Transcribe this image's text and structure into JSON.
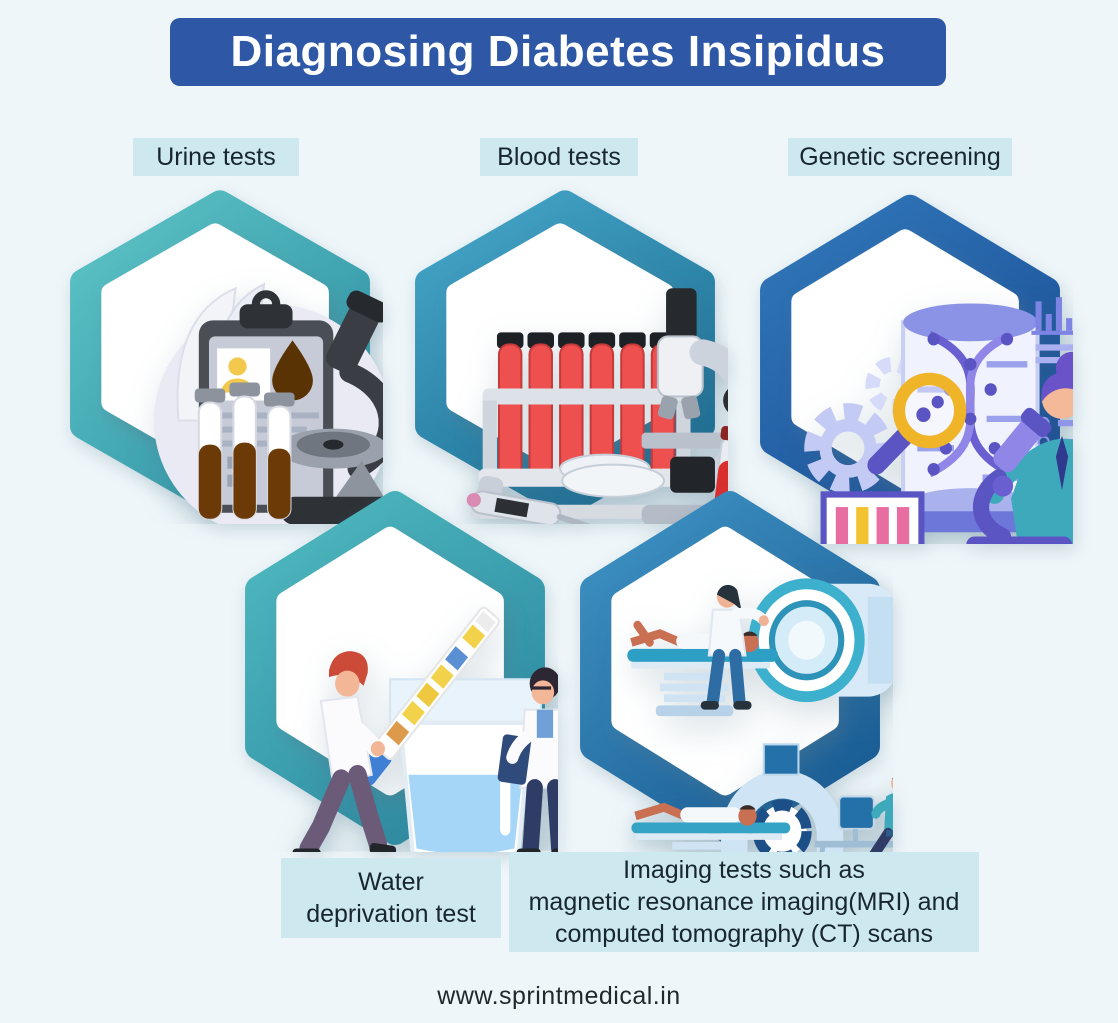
{
  "page": {
    "background": "#eef6f9",
    "footer_url": "www.sprintmedical.in"
  },
  "title": {
    "text": "Diagnosing Diabetes Insipidus",
    "bg_color": "#2e58a6",
    "text_color": "#ffffff"
  },
  "label_style": {
    "bg_color": "#cde8ef",
    "text_color": "#18262e"
  },
  "items": [
    {
      "id": "urine-tests",
      "label_lines": [
        "Urine tests"
      ],
      "illustration": "urine-sample-microscope",
      "gradient": [
        "#5dc4c6",
        "#2e8fa3"
      ]
    },
    {
      "id": "blood-tests",
      "label_lines": [
        "Blood tests"
      ],
      "illustration": "blood-test-tubes-microscope",
      "gradient": [
        "#46a7c9",
        "#1e7096"
      ]
    },
    {
      "id": "genetic-screening",
      "label_lines": [
        "Genetic screening"
      ],
      "illustration": "dna-genetic-analysis",
      "gradient": [
        "#3178ba",
        "#1b4e96"
      ]
    },
    {
      "id": "water-deprivation-test",
      "label_lines": [
        "Water",
        "deprivation test"
      ],
      "illustration": "water-glass-test-strip",
      "gradient": [
        "#50bac0",
        "#2d8ba2"
      ]
    },
    {
      "id": "imaging-tests",
      "label_lines": [
        "Imaging tests such as",
        "magnetic resonance imaging(MRI) and",
        "computed tomography (CT) scans"
      ],
      "illustration": "mri-ct-scanners",
      "gradient": [
        "#3f93c5",
        "#1b5e96"
      ]
    }
  ]
}
